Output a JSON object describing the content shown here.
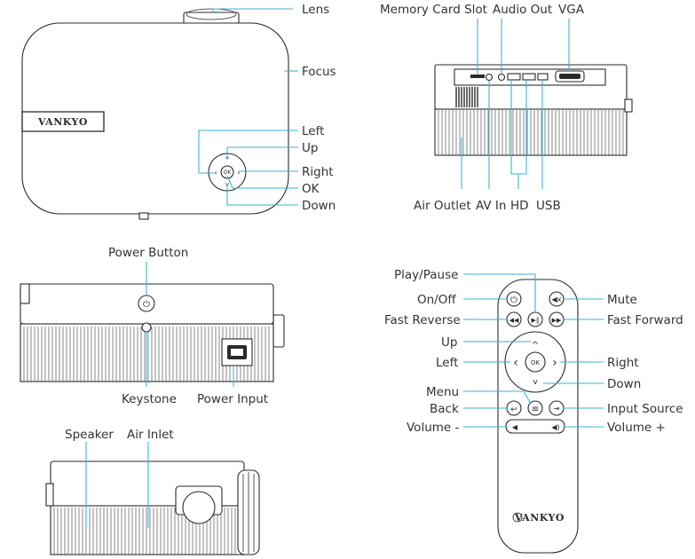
{
  "accent_color": "#3bb3d4",
  "top_view": {
    "brand": "VANKYO",
    "labels": {
      "lens": "Lens",
      "focus": "Focus",
      "left": "Left",
      "up": "Up",
      "right": "Right",
      "ok": "OK",
      "down": "Down"
    },
    "pad_ok": "OK"
  },
  "rear_view": {
    "labels": {
      "memory_card_slot": "Memory Card Slot",
      "audio_out": "Audio Out",
      "vga": "VGA",
      "air_outlet": "Air Outlet",
      "av_in": "AV In",
      "hd": "HD",
      "usb": "USB"
    }
  },
  "side_view": {
    "labels": {
      "power_button": "Power Button",
      "keystone": "Keystone",
      "power_input": "Power Input"
    }
  },
  "front_view": {
    "labels": {
      "speaker": "Speaker",
      "air_inlet": "Air Inlet"
    }
  },
  "remote": {
    "brand": "VANKYO",
    "ok": "OK",
    "labels": {
      "play_pause": "Play/Pause",
      "on_off": "On/Off",
      "mute": "Mute",
      "fast_reverse": "Fast Reverse",
      "fast_forward": "Fast Forward",
      "up": "Up",
      "left": "Left",
      "right": "Right",
      "down": "Down",
      "menu": "Menu",
      "back": "Back",
      "input_source": "Input Source",
      "volume_minus": "Volume -",
      "volume_plus": "Volume +"
    }
  }
}
